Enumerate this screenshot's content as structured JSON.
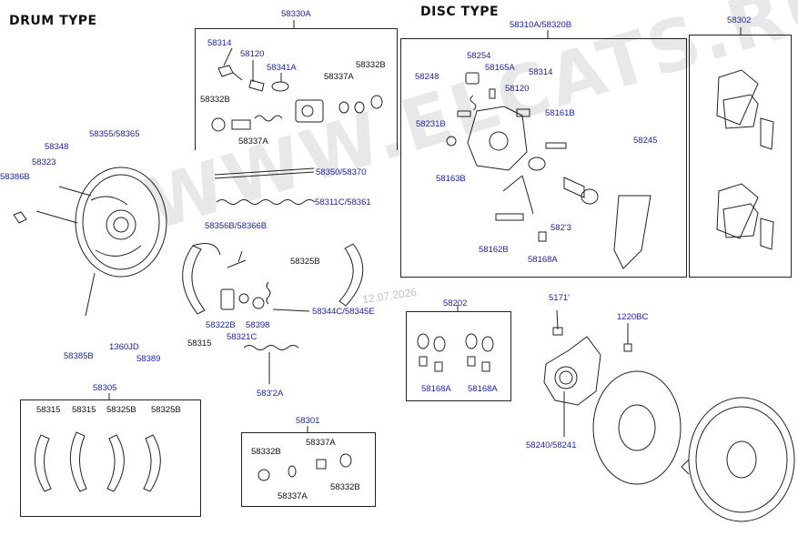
{
  "headers": {
    "drum": "DRUM TYPE",
    "disc": "DISC TYPE"
  },
  "watermark": "WWW.ELCATS.RU",
  "date_stamp": "12.07.2026",
  "colors": {
    "link": "#1a1fa8",
    "text": "#111111",
    "line": "#222222"
  },
  "labels": {
    "g58330a": "58330A",
    "g58314a": "58314",
    "g58120a": "58120",
    "g58341a": "58341A",
    "g58332b_a": "58332B",
    "g58332b_b": "58332B",
    "g58337a_a": "58337A",
    "g58337a_b": "58337A",
    "g58355": "58355/58365",
    "g58348": "58348",
    "g58323": "58323",
    "g58386b": "58386B",
    "g58350": "58350/58370",
    "g58311c": "58311C/58361",
    "g58356b": "58356B/58366B",
    "g58325b": "58325B",
    "g58322b": "58322B",
    "g58398": "58398",
    "g58321c": "58321C",
    "g58315": "58315",
    "g58344c": "58344C/58345E",
    "g58385b": "58385B",
    "g1360jd": "1360JD",
    "g58389": "58389",
    "g58312a": "583'2A",
    "g58305": "58305",
    "s58315a": "58315",
    "s58315b": "58315",
    "s58325ba": "58325B",
    "s58325bb": "58325B",
    "g58301": "58301",
    "h58332b_a": "58332B",
    "h58337a_a": "58337A",
    "h58337a_b": "58337A",
    "h58332b_b": "58332B",
    "g58310a": "58310A/58320B",
    "g58254": "58254",
    "g58248": "58248",
    "g58165a": "58165A",
    "g58314b": "58314",
    "g58120b": "58120",
    "g58231b": "58231B",
    "g58161b": "58161B",
    "g58163b": "58163B",
    "g58245": "58245",
    "g58213": "582'3",
    "g58162b": "58162B",
    "g58168a": "58168A",
    "g58302": "58302",
    "g58202": "58202",
    "k58168a_a": "58168A",
    "k58168a_b": "58168A",
    "g51711": "5171'",
    "g1220bc": "1220BC",
    "g58240": "58240/58241"
  }
}
